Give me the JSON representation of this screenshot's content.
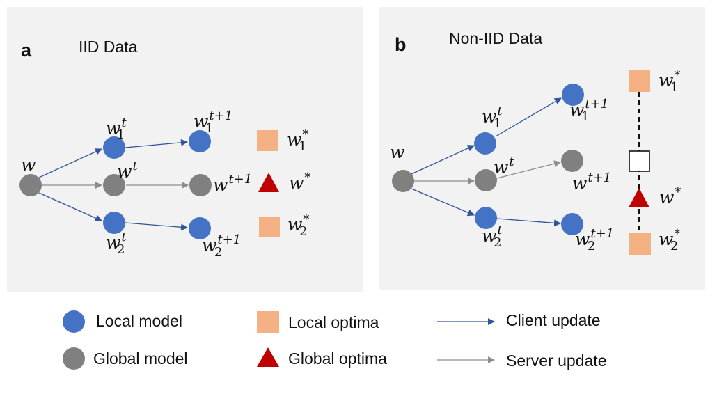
{
  "panel_a": {
    "label": "a",
    "title": "IID Data"
  },
  "panel_b": {
    "label": "b",
    "title": "Non-IID Data"
  },
  "math": {
    "w": "w",
    "t": "t",
    "t1": "t+1",
    "star": "*",
    "s1": "1",
    "s2": "2"
  },
  "legend": {
    "local_model": "Local model",
    "global_model": "Global model",
    "local_optima": "Local optima",
    "global_optima": "Global optima",
    "client_update": "Client update",
    "server_update": "Server update"
  },
  "colors": {
    "local_model": "#4472c4",
    "global_model": "#808080",
    "local_optima": "#f4b183",
    "global_optima": "#c00000",
    "client_arrow": "#2f5597",
    "server_arrow": "#8c8c8c",
    "panel_bg": "#f2f2f2"
  }
}
